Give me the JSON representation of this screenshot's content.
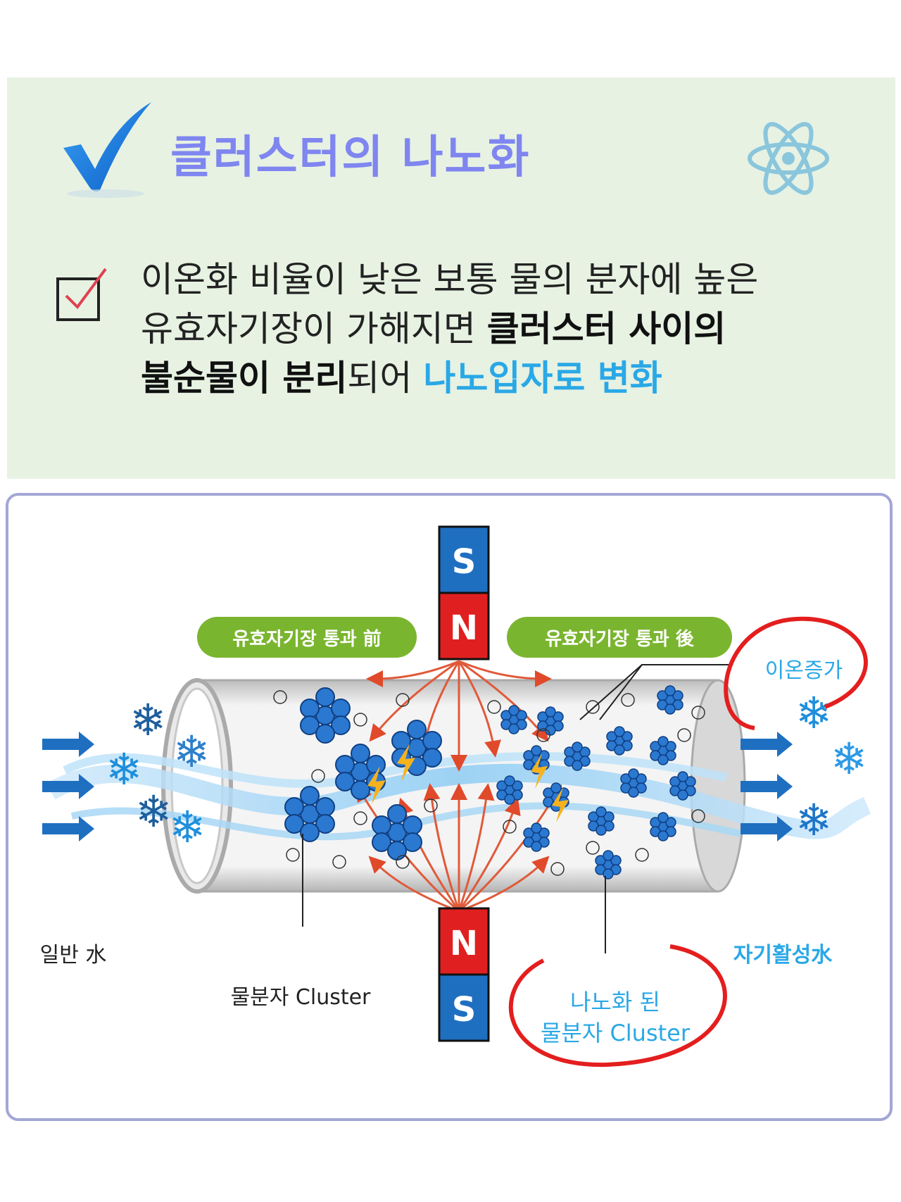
{
  "header": {
    "title": "클러스터의 나노화",
    "check_icon": "blue-check-icon",
    "atom_icon": "atom-icon"
  },
  "description": {
    "checkbox_icon": "checkbox-icon",
    "line1": "이온화 비율이 낮은 보통 물의 분자에 높은",
    "line2_regular": "유효자기장이 가해지면 ",
    "line2_bold": "클러스터 사이의",
    "line3_bold": "불순물이 분리",
    "line3_regular": "되어 ",
    "line3_blue": "나노입자로 변화"
  },
  "diagram": {
    "label_before": "유효자기장 통과 前",
    "label_after": "유효자기장 통과 後",
    "magnet_top": [
      "S",
      "N"
    ],
    "magnet_bottom": [
      "N",
      "S"
    ],
    "ion_increase": "이온증가",
    "normal_water": "일반 水",
    "water_cluster": "물분자 Cluster",
    "nano_cluster_line1": "나노화 된",
    "nano_cluster_line2": "물분자 Cluster",
    "magnetized_water": "자기활성水"
  },
  "colors": {
    "title": "#7f86f0",
    "accent_blue": "#2aa8e6",
    "label_green": "#7ab52f",
    "magnet_blue": "#1f6fc1",
    "magnet_red": "#e02020",
    "circle_red": "#e41e1e"
  }
}
